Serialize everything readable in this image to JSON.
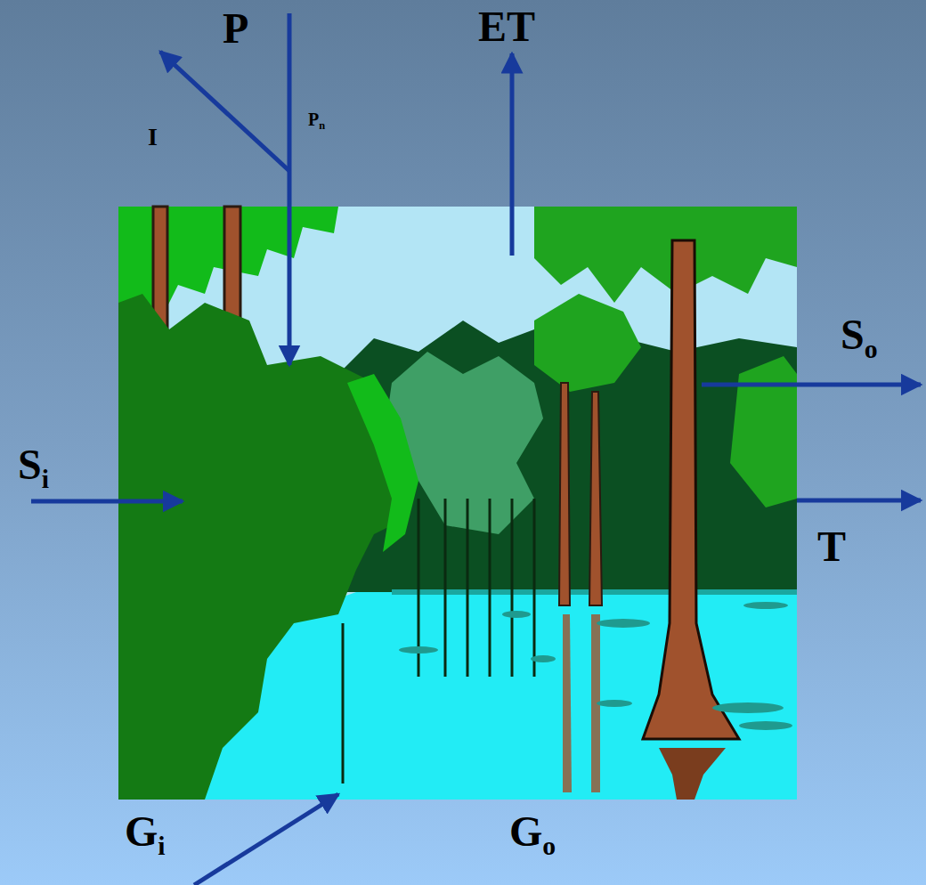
{
  "diagram": {
    "labels": [
      "P",
      "ET",
      "I",
      "Pn",
      "Si",
      "So",
      "T",
      "Gi",
      "Go"
    ]
  }
}
